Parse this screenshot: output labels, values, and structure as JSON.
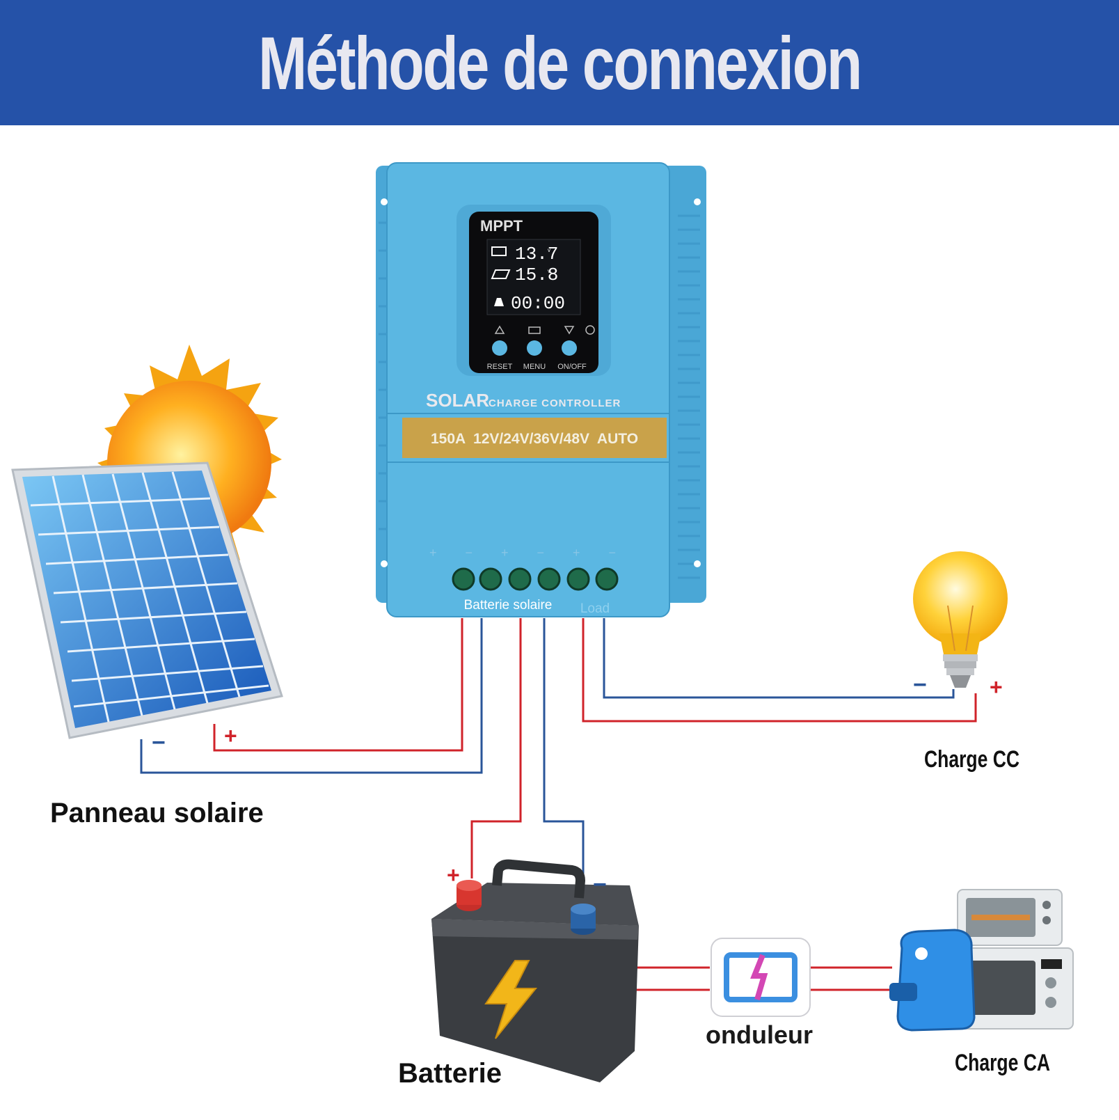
{
  "header": {
    "title": "Méthode de connexion"
  },
  "controller": {
    "brand": "MPPT",
    "lcd": {
      "battery_voltage": "13.7",
      "solar_voltage": "15.8",
      "time": "00:00",
      "unit_v": "v"
    },
    "buttons": [
      "RESET",
      "MENU",
      "ON/OFF"
    ],
    "name_big": "SOLAR",
    "name_small": "CHARGE CONTROLLER",
    "rating": "150A  12V/24V/36V/48V  AUTO",
    "terminal_label": "Batterie solaire",
    "load_label": "Load",
    "terminal_signs": "+ − + − + −"
  },
  "labels": {
    "solar_panel": "Panneau solaire",
    "battery": "Batterie",
    "dc_load": "Charge CC",
    "ac_load": "Charge CA",
    "inverter": "onduleur"
  },
  "signs": {
    "plus": "+",
    "minus": "−"
  },
  "colors": {
    "header_bg": "#2552a8",
    "controller_body": "#5bb7e2",
    "wire_positive": "#d0232a",
    "wire_negative": "#2a5599",
    "rating_band": "#c9a24a"
  }
}
